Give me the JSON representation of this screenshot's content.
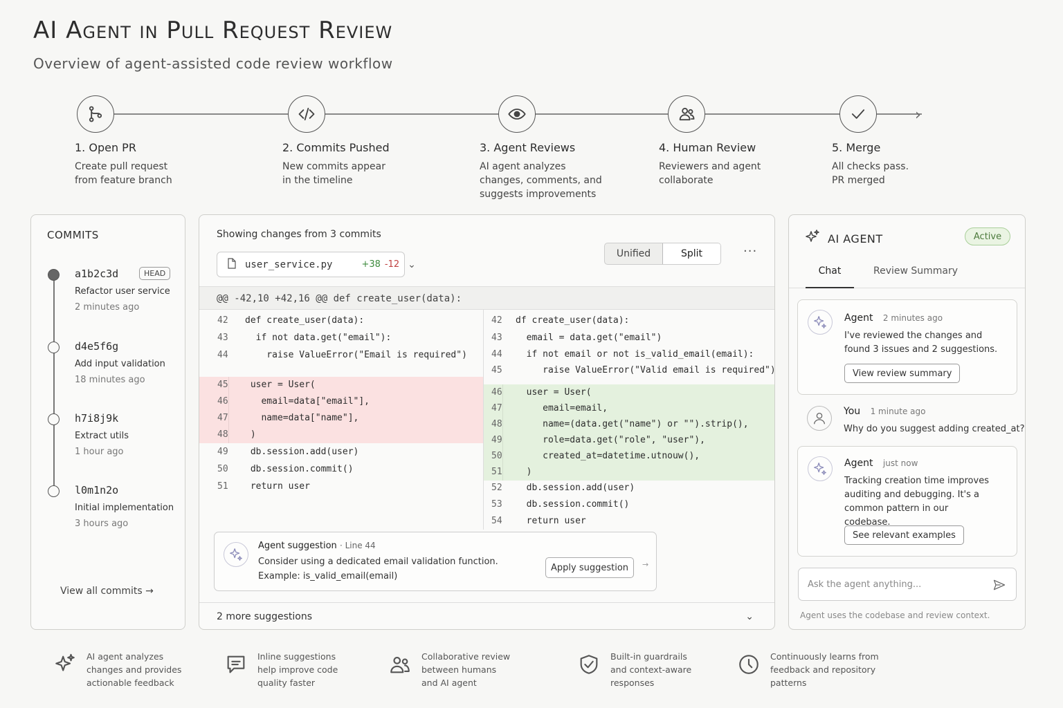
{
  "header": {
    "title": "AI Agent in Pull Request Review",
    "subtitle": "Overview of agent-assisted code review workflow"
  },
  "workflow": [
    {
      "icon": "branch-icon",
      "title": "1. Open PR",
      "desc": "Create pull request from feature branch"
    },
    {
      "icon": "code-icon",
      "title": "2. Commits Pushed",
      "desc": "New commits appear in the timeline"
    },
    {
      "icon": "eye-icon",
      "title": "3. Agent Reviews",
      "desc": "AI agent analyzes changes, comments, and suggests improvements"
    },
    {
      "icon": "users-icon",
      "title": "4. Human Review",
      "desc": "Reviewers and agent collaborate"
    },
    {
      "icon": "check-icon",
      "title": "5. Merge",
      "desc": "All checks pass. PR merged"
    }
  ],
  "commits": {
    "heading": "COMMITS",
    "items": [
      {
        "hash": "a1b2c3d",
        "message": "Refactor user service",
        "time": "2 minutes ago",
        "badge": "HEAD"
      },
      {
        "hash": "d4e5f6g",
        "message": "Add input validation",
        "time": "18 minutes ago"
      },
      {
        "hash": "h7i8j9k",
        "message": "Extract utils",
        "time": "1 hour ago"
      },
      {
        "hash": "l0m1n2o",
        "message": "Initial implementation",
        "time": "3 hours ago"
      }
    ],
    "view_all": "View all commits →"
  },
  "diff": {
    "showing": "Showing changes from 3 commits",
    "file": {
      "name": "user_service.py",
      "additions": "+38",
      "deletions": "-12"
    },
    "view_options": [
      "Unified",
      "Split"
    ],
    "selected_view": "Split",
    "more": "···",
    "hunk_header": "@@ -42,10 +42,16 @@ def create_user(data):",
    "left_lines": [
      {
        "n": "42",
        "code": "def create_user(data):",
        "type": "ctx"
      },
      {
        "n": "43",
        "code": "  if not data.get(\"email\"):",
        "type": "ctx"
      },
      {
        "n": "44",
        "code": "    raise ValueError(\"Email is required\")",
        "type": "ctx"
      },
      {
        "n": "45",
        "code": " user = User(",
        "type": "del"
      },
      {
        "n": "46",
        "code": "   email=data[\"email\"],",
        "type": "del"
      },
      {
        "n": "47",
        "code": "   name=data[\"name\"],",
        "type": "del"
      },
      {
        "n": "48",
        "code": " )",
        "type": "del"
      },
      {
        "n": "49",
        "code": " db.session.add(user)",
        "type": "ctx"
      },
      {
        "n": "50",
        "code": " db.session.commit()",
        "type": "ctx"
      },
      {
        "n": "51",
        "code": " return user",
        "type": "ctx"
      }
    ],
    "right_lines": [
      {
        "n": "42",
        "code": "df create_user(data):",
        "type": "ctx"
      },
      {
        "n": "43",
        "code": "  email = data.get(\"email\")",
        "type": "ctx"
      },
      {
        "n": "44",
        "code": "  if not email or not is_valid_email(email):",
        "type": "ctx"
      },
      {
        "n": "45",
        "code": "     raise ValueError(\"Valid email is required\")",
        "type": "ctx"
      },
      {
        "n": "46",
        "code": "  user = User(",
        "type": "add"
      },
      {
        "n": "47",
        "code": "     email=email,",
        "type": "add"
      },
      {
        "n": "48",
        "code": "     name=(data.get(\"name\") or \"\").strip(),",
        "type": "add"
      },
      {
        "n": "49",
        "code": "     role=data.get(\"role\", \"user\"),",
        "type": "add"
      },
      {
        "n": "50",
        "code": "     created_at=datetime.utnouw(),",
        "type": "add"
      },
      {
        "n": "51",
        "code": "  )",
        "type": "add"
      },
      {
        "n": "52",
        "code": "  db.session.add(user)",
        "type": "ctx"
      },
      {
        "n": "53",
        "code": "  db.session.commit()",
        "type": "ctx"
      },
      {
        "n": "54",
        "code": "  return user",
        "type": "ctx"
      }
    ],
    "suggestion": {
      "title": "Agent suggestion",
      "line": "· Line 44",
      "text": "Consider using a dedicated email validation function.",
      "example": "Example: is_valid_email(email)",
      "apply": "Apply suggestion",
      "arrow": "→"
    },
    "more_suggestions": "2 more suggestions"
  },
  "agent": {
    "title": "AI AGENT",
    "status": "Active",
    "tabs": [
      "Chat",
      "Review Summary"
    ],
    "messages": [
      {
        "who": "Agent",
        "time": "2 minutes ago",
        "text": "I've reviewed the changes and found 3 issues and 2 suggestions.",
        "button": "View review summary"
      },
      {
        "who": "You",
        "time": "1 minute ago",
        "text": "Why do you suggest adding created_at?"
      },
      {
        "who": "Agent",
        "time": "just now",
        "text": "Tracking creation time improves auditing and debugging. It's a common pattern in our codebase.",
        "button": "See relevant examples"
      }
    ],
    "input_placeholder": "Ask the agent anything...",
    "note": "Agent uses the codebase and review context."
  },
  "features": [
    {
      "icon": "sparkle-icon",
      "text": "AI agent analyzes changes and provides actionable feedback"
    },
    {
      "icon": "comment-icon",
      "text": "Inline suggestions help improve code quality faster"
    },
    {
      "icon": "people-icon",
      "text": "Collaborative review between humans and AI agent"
    },
    {
      "icon": "shield-check-icon",
      "text": "Built-in guardrails and context-aware responses"
    },
    {
      "icon": "clock-icon",
      "text": "Continuously learns from feedback and repository patterns"
    }
  ]
}
